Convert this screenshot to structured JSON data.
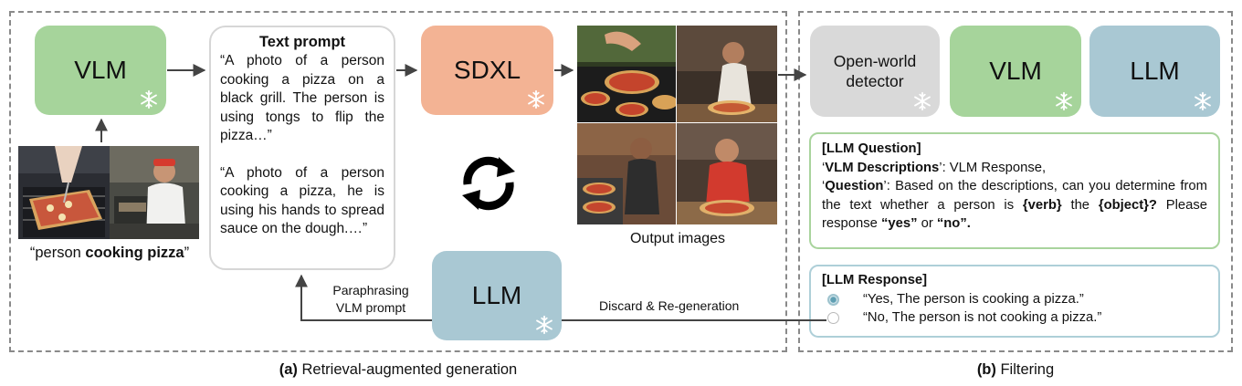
{
  "panel_a": {
    "caption_letter": "(a)",
    "caption_text": " Retrieval-augmented generation",
    "vlm_label": "VLM",
    "sdxl_label": "SDXL",
    "llm_label": "LLM",
    "input_caption_open": "“person ",
    "input_caption_bold": "cooking pizza",
    "input_caption_close": "”",
    "prompt_title": "Text prompt",
    "prompt_1": "“A photo of a person cooking a pizza on a black grill. The person is using tongs to flip the pizza…”",
    "prompt_2": "“A photo of a person cooking a pizza, he is using his hands to spread sauce on the dough.…”",
    "output_caption": "Output images",
    "paraphrase_line1": "Paraphrasing",
    "paraphrase_line2": "VLM prompt",
    "discard_label": "Discard & Re-generation"
  },
  "panel_b": {
    "caption_letter": "(b)",
    "caption_text": " Filtering",
    "detector_line1": "Open-world",
    "detector_line2": "detector",
    "vlm_label": "VLM",
    "llm_label": "LLM",
    "question": {
      "header": "[LLM Question]",
      "q_open": "‘",
      "vlm_desc_key": "VLM Descriptions",
      "vlm_desc_val": "’: VLM Response,",
      "q_open2": "‘",
      "question_key": "Question",
      "question_val": "’: Based on the descriptions, can you determine from the text whether a person is ",
      "verb": "{verb}",
      "the": " the",
      "object": "{object}?",
      "please": " Please response ",
      "yes": "“yes”",
      "or": " or ",
      "no": "“no”."
    },
    "response": {
      "header": "[LLM Response]",
      "option_yes": "“Yes, The person is cooking a pizza.”",
      "option_no": "“No, The person is not cooking a pizza.”",
      "selected": "yes"
    }
  },
  "colors": {
    "vlm": "#a6d49b",
    "sdxl": "#f3b394",
    "llm": "#a9c8d3",
    "detector": "#d9d9d9",
    "arrow": "#444444",
    "dash": "#8a8a8a"
  },
  "icons": [
    "snowflake-icon",
    "refresh-cycle-icon",
    "radio-button-icon"
  ]
}
